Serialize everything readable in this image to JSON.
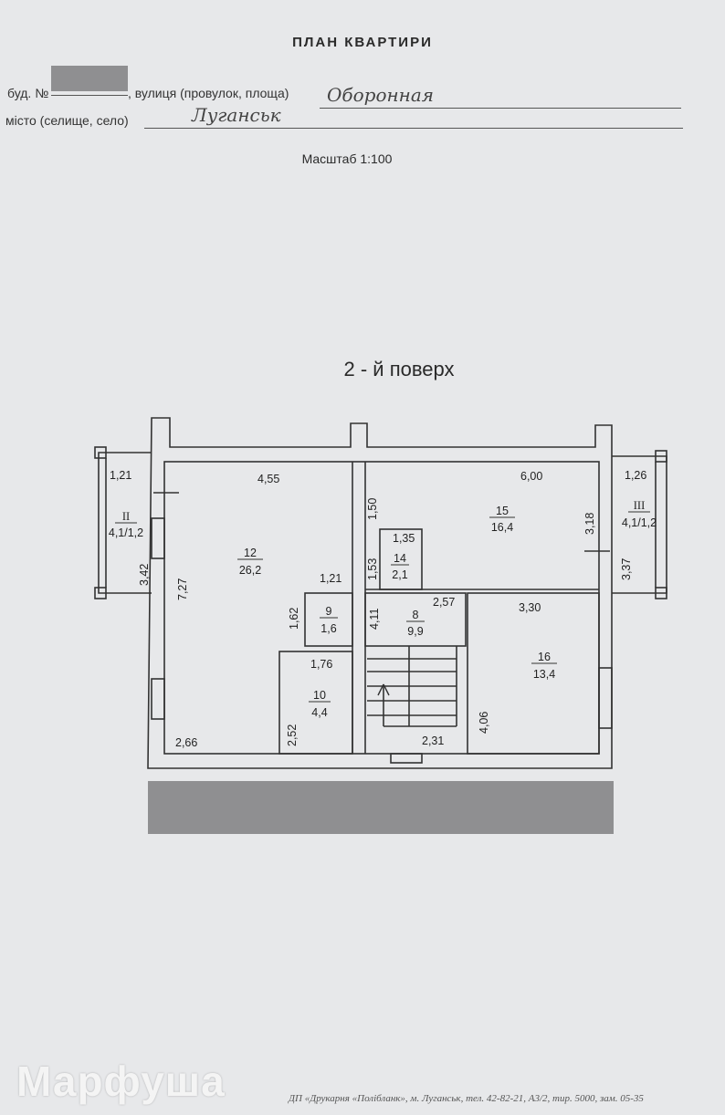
{
  "header": {
    "title": "ПЛАН КВАРТИРИ",
    "building_label": "буд. №",
    "street_label": ", вулиця (провулок, площа)",
    "street_value": "Оборонная",
    "city_label": "місто (селище, село)",
    "city_value": "Луганськ",
    "scale": "Масштаб 1:100"
  },
  "plan": {
    "floor_title": "2 - й поверх",
    "dimensions": [
      "1,21",
      "4,55",
      "6,00",
      "1,26",
      "1,50",
      "1,35",
      "1,53",
      "3,18",
      "3,37",
      "3,42",
      "7,27",
      "1,21",
      "1,62",
      "4,11",
      "2,57",
      "3,30",
      "1,76",
      "2,52",
      "2,66",
      "2,31",
      "4,06"
    ],
    "rooms": [
      {
        "number": "II",
        "area": "4,1/1,2"
      },
      {
        "number": "12",
        "area": "26,2"
      },
      {
        "number": "15",
        "area": "16,4"
      },
      {
        "number": "III",
        "area": "4,1/1,2"
      },
      {
        "number": "14",
        "area": "2,1"
      },
      {
        "number": "9",
        "area": "1,6"
      },
      {
        "number": "8",
        "area": "9,9"
      },
      {
        "number": "16",
        "area": "13,4"
      },
      {
        "number": "10",
        "area": "4,4"
      }
    ]
  },
  "footer": {
    "watermark": "Марфуша",
    "printer": "ДП «Друкарня «Полібланк», м. Луганськ, тел. 42-82-21, А3/2, тир. 5000, зам. 05-35"
  }
}
